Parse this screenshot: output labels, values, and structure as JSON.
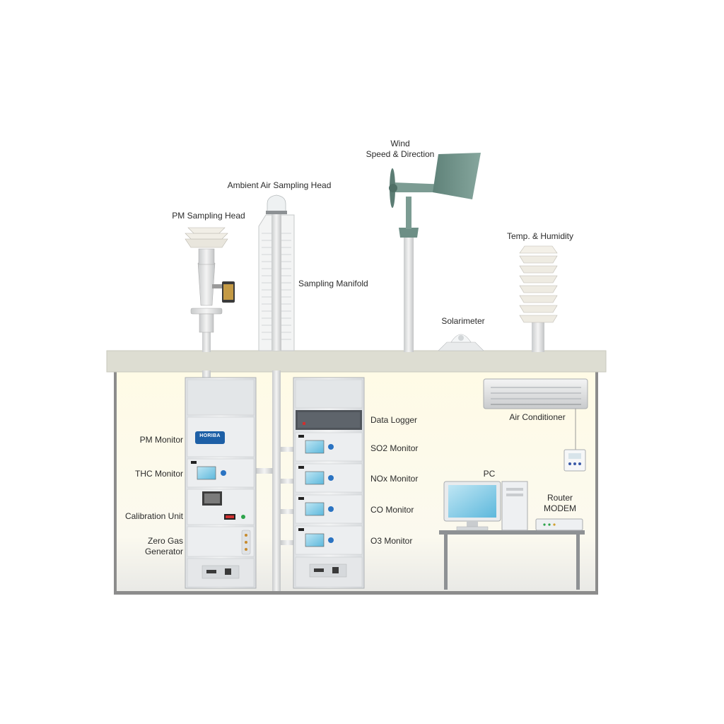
{
  "colors": {
    "roof": "#ddddd2",
    "building_wall": "#8a8a8a",
    "cabinet": "#e6e8ea",
    "screen_blue": "#7ccbe6",
    "vane_green": "#6d8f86",
    "horiba_blue": "#1d5fa6"
  },
  "roof_labels": {
    "wind_line1": "Wind",
    "wind_line2": "Speed & Direction",
    "ambient_air": "Ambient Air Sampling Head",
    "pm_head": "PM Sampling Head",
    "temp_humidity": "Temp. & Humidity",
    "sampling_manifold": "Sampling Manifold",
    "solarimeter": "Solarimeter"
  },
  "left_rack": {
    "pm_monitor": "PM Monitor",
    "thc_monitor": "THC Monitor",
    "calibration_unit": "Calibration Unit",
    "zero_gas_line1": "Zero Gas",
    "zero_gas_line2": "Generator",
    "brand_logo": "HORIBA"
  },
  "right_rack": {
    "data_logger": "Data Logger",
    "so2_monitor": "SO2 Monitor",
    "nox_monitor": "NOx Monitor",
    "co_monitor": "CO Monitor",
    "o3_monitor": "O3 Monitor"
  },
  "room": {
    "air_conditioner": "Air Conditioner",
    "pc": "PC",
    "router_line1": "Router",
    "router_line2": "MODEM"
  }
}
